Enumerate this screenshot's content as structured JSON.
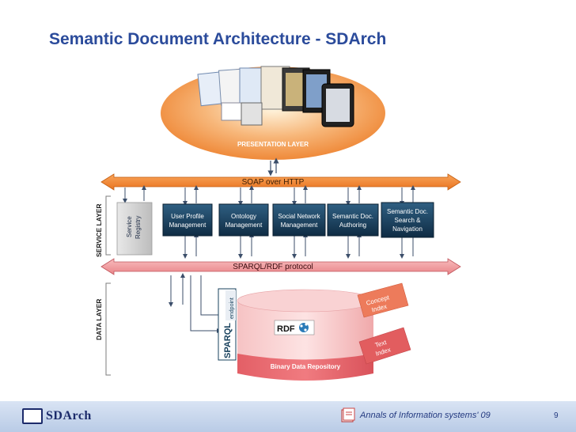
{
  "title": "Semantic Document Architecture - SDArch",
  "presentation_layer": {
    "label": "PRESENTATION LAYER"
  },
  "service_layer": {
    "side_label": "SERVICE LAYER",
    "top_bus": "SOAP over HTTP",
    "bottom_bus": "SPARQL/RDF protocol",
    "registry": [
      "Service",
      "Registry"
    ],
    "services": [
      {
        "lines": [
          "User Profile",
          "Management"
        ]
      },
      {
        "lines": [
          "Ontology",
          "Management"
        ]
      },
      {
        "lines": [
          "Social Network",
          "Management"
        ]
      },
      {
        "lines": [
          "Semantic Doc.",
          "Authoring"
        ]
      },
      {
        "lines": [
          "Semantic Doc.",
          "Search &",
          "Navigation"
        ]
      }
    ]
  },
  "data_layer": {
    "side_label": "DATA LAYER",
    "sparql": "SPARQL",
    "endpoint": "endpoint",
    "rdf": "RDF",
    "concept_index": [
      "Concept",
      "Index"
    ],
    "text_index": [
      "Text",
      "Index"
    ],
    "repository": "Binary Data Repository"
  },
  "footer": {
    "logo": "SDArch",
    "journal": "Annals of Information systems' 09",
    "page": "9"
  },
  "colors": {
    "title": "#2b4b9b",
    "soap_bus": "#f58a2e",
    "sparql_bus": "#f2a0a3",
    "service_box": "#17405c",
    "footer": "#c8d7ee"
  }
}
